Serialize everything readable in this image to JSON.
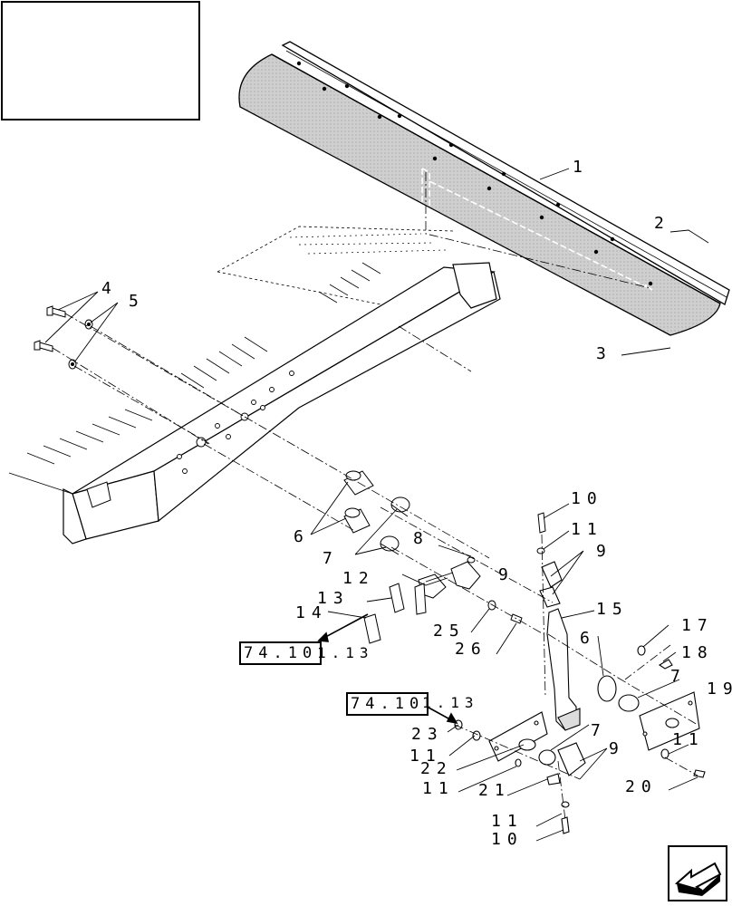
{
  "callouts": [
    {
      "id": "c1",
      "text": "1"
    },
    {
      "id": "c2",
      "text": "2"
    },
    {
      "id": "c3",
      "text": "3"
    },
    {
      "id": "c4",
      "text": "4"
    },
    {
      "id": "c5",
      "text": "5"
    },
    {
      "id": "c6a",
      "text": "6"
    },
    {
      "id": "c7a",
      "text": "7"
    },
    {
      "id": "c8",
      "text": "8"
    },
    {
      "id": "c12",
      "text": "12"
    },
    {
      "id": "c9a",
      "text": "9"
    },
    {
      "id": "c13",
      "text": "13"
    },
    {
      "id": "c14",
      "text": "14"
    },
    {
      "id": "c25",
      "text": "25"
    },
    {
      "id": "c26",
      "text": "26"
    },
    {
      "id": "c10a",
      "text": "10"
    },
    {
      "id": "c11a",
      "text": "11"
    },
    {
      "id": "c9b",
      "text": "9"
    },
    {
      "id": "c15",
      "text": "15"
    },
    {
      "id": "c6b",
      "text": "6"
    },
    {
      "id": "c17",
      "text": "17"
    },
    {
      "id": "c18",
      "text": "18"
    },
    {
      "id": "c7b",
      "text": "7"
    },
    {
      "id": "c19",
      "text": "19"
    },
    {
      "id": "c7c",
      "text": "7"
    },
    {
      "id": "c9c",
      "text": "9"
    },
    {
      "id": "c23",
      "text": "23"
    },
    {
      "id": "c11b",
      "text": "11"
    },
    {
      "id": "c22",
      "text": "22"
    },
    {
      "id": "c11c",
      "text": "11"
    },
    {
      "id": "c21",
      "text": "21"
    },
    {
      "id": "c11d",
      "text": "11"
    },
    {
      "id": "c20",
      "text": "20"
    },
    {
      "id": "c11e",
      "text": "11"
    },
    {
      "id": "c10b",
      "text": "10"
    }
  ],
  "references": [
    {
      "id": "r1",
      "box": "74.10",
      "suffix": "1.13"
    },
    {
      "id": "r2",
      "box": "74.10",
      "suffix": "1.13"
    }
  ]
}
